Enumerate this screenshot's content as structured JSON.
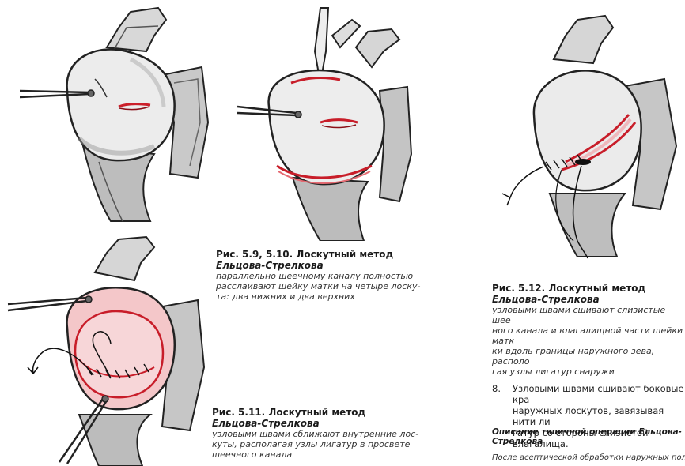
{
  "figures": [
    {
      "id": "fig_5_9_5_10",
      "title": "Рис. 5.9, 5.10. Лоскутный метод",
      "subtitle": "Ельцова-Стрелкова",
      "text": "параллельно шеечному каналу полностью\nрасслаивают шейку матки на четыре лоску-\nта: два нижних и два верхних"
    },
    {
      "id": "fig_5_11",
      "title": "Рис. 5.11. Лоскутный метод",
      "subtitle": "Ельцова-Стрелкова",
      "text": "узловыми швами сближают внутренние лос-\nкуты, располагая узлы лигатур в просвете\nшеечного канала"
    },
    {
      "id": "fig_5_12",
      "title": "Рис. 5.12. Лоскутный метод",
      "subtitle": "Ельцова-Стрелкова",
      "text": "узловыми швами сшивают слизистые шее\nного канала и влагалищной части шейки матк\nки вдоль границы наружного зева, располо\nгая узлы лигатур снаружи"
    }
  ],
  "list_item": {
    "number": "8.",
    "text": "Узловыми швами сшивают боковые кра\nнаружных лоскутов, завязывая нити ли\nгатур со стороны слизистой влагалища."
  },
  "section": {
    "heading": "Описание типичной операции Ельцова-\nСтрелкова",
    "paragraph": "После асептической обработки наружных половы"
  }
}
